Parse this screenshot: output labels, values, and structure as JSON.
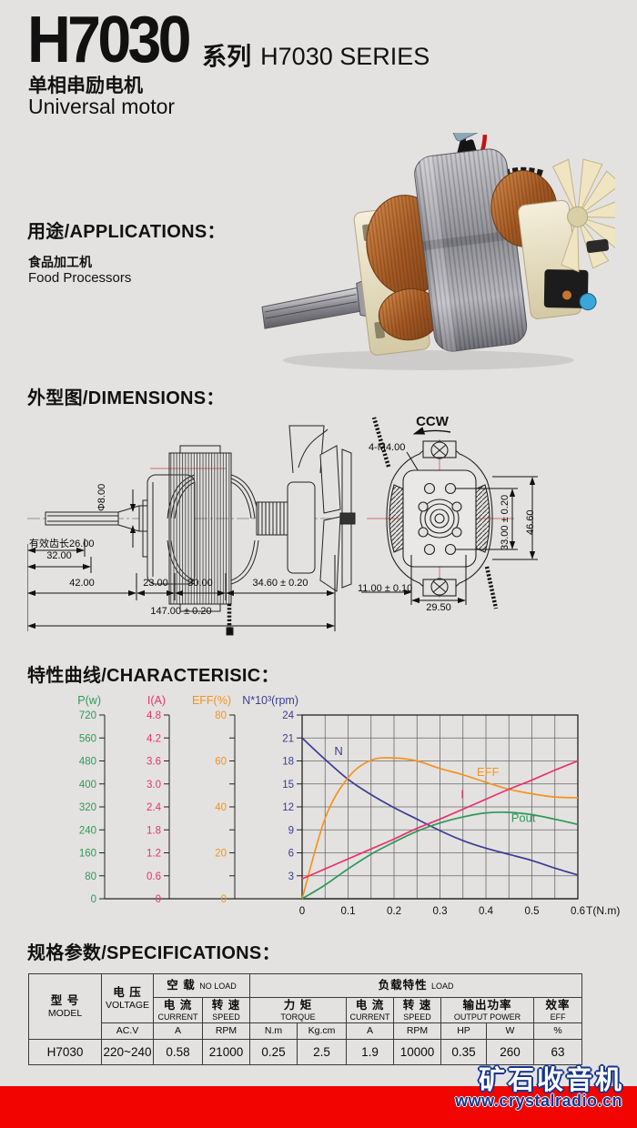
{
  "header": {
    "model": "H7030",
    "series_cn": "系列",
    "series_en": "H7030 SERIES",
    "subtitle_cn": "单相串励电机",
    "subtitle_en": "Universal motor"
  },
  "applications": {
    "heading": "用途/APPLICATIONS：",
    "item_cn": "食品加工机",
    "item_en": "Food Processors"
  },
  "dimensions": {
    "heading": "外型图/DIMENSIONS：",
    "side": {
      "shaft_dia": "Φ8.00",
      "tooth_len": "有效齿长26.00",
      "d32": "32.00",
      "d42": "42.00",
      "d23": "23.00",
      "d30": "30.00",
      "d346": "34.60 ± 0.20",
      "d147": "147.00 ± 0.20"
    },
    "front": {
      "rotation": "CCW",
      "holes": "4-M4.00",
      "d33": "33.00 ± 0.20",
      "d466": "46.60",
      "d11": "11.00 ± 0.10",
      "d295": "29.50"
    }
  },
  "characteristic": {
    "heading": "特性曲线/CHARACTERISIC："
  },
  "chart_data": {
    "type": "line",
    "title": "特性曲线/CHARACTERISIC",
    "x_axis": {
      "label": "T(N.m)",
      "min": 0,
      "max": 0.6,
      "grid_step": 0.05,
      "ticks": [
        "0",
        "0.1",
        "0.2",
        "0.3",
        "0.4",
        "0.5",
        "0.6"
      ]
    },
    "axes": [
      {
        "id": "P",
        "label": "P(w)",
        "color": "#2e9958",
        "max": 640,
        "ticks": [
          "720",
          "560",
          "480",
          "400",
          "320",
          "240",
          "160",
          "80",
          "0"
        ]
      },
      {
        "id": "I",
        "label": "I(A)",
        "color": "#e8336d",
        "max": 4.8,
        "ticks": [
          "4.8",
          "4.2",
          "3.6",
          "3.0",
          "2.4",
          "1.8",
          "1.2",
          "0.6",
          "0"
        ]
      },
      {
        "id": "EFF",
        "label": "EFF(%)",
        "color": "#f6921e",
        "max": 80,
        "ticks": [
          "80",
          "",
          "60",
          "",
          "40",
          "",
          "20",
          "",
          "0"
        ]
      },
      {
        "id": "N",
        "label": "N*10³(rpm)",
        "color": "#3c3c94",
        "max": 24,
        "ticks": [
          "24",
          "21",
          "18",
          "15",
          "12",
          "9",
          "6",
          "3",
          ""
        ]
      }
    ],
    "t": [
      0,
      0.05,
      0.1,
      0.15,
      0.2,
      0.25,
      0.3,
      0.35,
      0.4,
      0.45,
      0.5,
      0.55,
      0.6
    ],
    "series": [
      {
        "name": "N",
        "unit": "10^3 rpm",
        "color": "#3c3c94",
        "axis_max": 24,
        "label_pos": {
          "t": 0.07,
          "v": 18.8
        },
        "values": [
          21.0,
          18.2,
          15.6,
          13.6,
          11.9,
          10.4,
          8.9,
          7.6,
          6.6,
          5.8,
          5.0,
          4.0,
          3.1
        ]
      },
      {
        "name": "EFF",
        "unit": "%",
        "color": "#f6921e",
        "axis_max": 80,
        "label_pos": {
          "t": 0.38,
          "v": 53.5
        },
        "values": [
          0,
          35.0,
          52.7,
          60.3,
          61.3,
          60.0,
          56.7,
          54.0,
          50.7,
          47.7,
          45.7,
          44.3,
          44.0
        ]
      },
      {
        "name": "I",
        "unit": "A",
        "color": "#e8336d",
        "axis_max": 4.8,
        "label_pos": {
          "t": 0.345,
          "v": 2.62
        },
        "values": [
          0.52,
          0.78,
          1.04,
          1.3,
          1.56,
          1.84,
          2.08,
          2.34,
          2.6,
          2.86,
          3.1,
          3.36,
          3.6
        ]
      },
      {
        "name": "Pout",
        "unit": "W",
        "color": "#2e9958",
        "axis_max": 640,
        "label_pos": {
          "t": 0.455,
          "v": 268
        },
        "values": [
          0,
          48,
          104,
          155,
          197,
          235,
          264,
          285,
          299,
          301,
          293,
          277,
          259
        ]
      }
    ],
    "grid": true,
    "legend_position": "on-curve-labels"
  },
  "specifications": {
    "heading": "规格参数/SPECIFICATIONS：",
    "table": {
      "model_cn": "型 号",
      "model_en": "MODEL",
      "voltage_cn": "电 压",
      "voltage_en": "VOLTAGE",
      "noload_cn": "空 载",
      "noload_en": "NO LOAD",
      "load_cn": "负载特性",
      "load_en": "LOAD",
      "current1_cn": "电 流",
      "current1_en": "CURRENT",
      "speed1_cn": "转 速",
      "speed1_en": "SPEED",
      "torque_cn": "力 矩",
      "torque_en": "TORQUE",
      "current2_cn": "电 流",
      "current2_en": "CURRENT",
      "speed2_cn": "转 速",
      "speed2_en": "SPEED",
      "output_cn": "输出功率",
      "output_en": "OUTPUT POWER",
      "eff_cn": "效率",
      "eff_en": "EFF",
      "units": [
        "AC.V",
        "A",
        "RPM",
        "N.m",
        "Kg.cm",
        "A",
        "RPM",
        "HP",
        "W",
        "%"
      ],
      "row": [
        "H7030",
        "220~240",
        "0.58",
        "21000",
        "0.25",
        "2.5",
        "1.9",
        "10000",
        "0.35",
        "260",
        "63"
      ]
    }
  },
  "footer": {
    "logo_text": "矿石收音机",
    "url": "www.crystalradio.cn",
    "band_color": "#f20400"
  }
}
